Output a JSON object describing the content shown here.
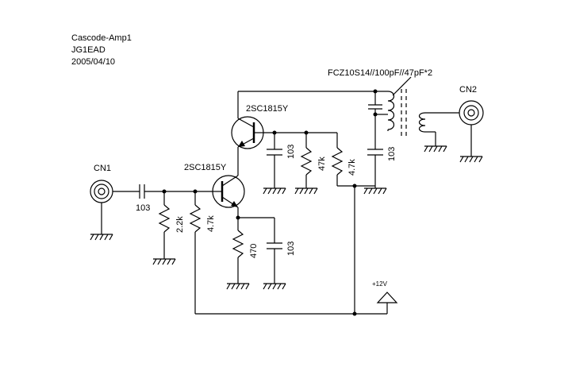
{
  "title": {
    "name": "Cascode-Amp1",
    "author": "JG1EAD",
    "date": "2005/04/10"
  },
  "connectors": {
    "input": "CN1",
    "output": "CN2"
  },
  "transistors": {
    "upper": "2SC1815Y",
    "lower": "2SC1815Y"
  },
  "coil_label": "FCZ10S14//100pF//47pF*2",
  "components": {
    "c_input": "103",
    "r_base_lower": "2.2k",
    "r_base_upper": "4.7k",
    "r_emitter": "470",
    "c_emitter": "103",
    "c_base_bypass": "103",
    "r_divider_low": "47k",
    "r_divider_high": "4.7k",
    "c_tank": "103"
  },
  "supply_label": "+12V",
  "colors": {
    "ink": "#000000",
    "background": "#ffffff"
  }
}
